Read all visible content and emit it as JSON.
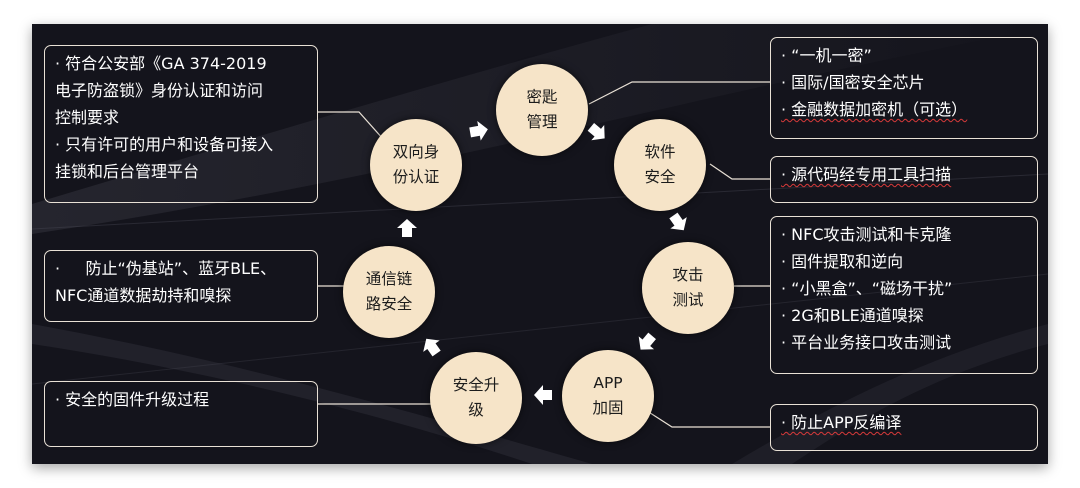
{
  "cycle": {
    "nodes": {
      "key_mgmt": [
        "密匙",
        "管理"
      ],
      "software_security": [
        "软件",
        "安全"
      ],
      "attack_test": [
        "攻击",
        "测试"
      ],
      "app_hardening": [
        "APP",
        "加固"
      ],
      "secure_upgrade": [
        "安全升",
        "级"
      ],
      "comm_link_security": [
        "通信链",
        "路安全"
      ],
      "mutual_auth": [
        "双向身",
        "份认证"
      ]
    }
  },
  "boxes": {
    "mutual_auth": [
      "· 符合公安部《GA 374-2019",
      "电子防盗锁》身份认证和访问",
      "控制要求",
      "· 只有许可的用户和设备可接入",
      "挂锁和后台管理平台"
    ],
    "comm_link": [
      "·     防止“伪基站”、蓝牙BLE、",
      "NFC通道数据劫持和嗅探"
    ],
    "secure_upgrade": [
      "· 安全的固件升级过程"
    ],
    "key_mgmt": [
      "· “一机一密”",
      "· 国际/国密安全芯片",
      "· 金融数据加密机（可选）"
    ],
    "software": [
      "· 源代码经专用工具扫描"
    ],
    "attack_test": [
      "· NFC攻击测试和卡克隆",
      "· 固件提取和逆向",
      "· “小黑盒”、“磁场干扰”",
      "· 2G和BLE通道嗅探",
      "· 平台业务接口攻击测试"
    ],
    "app": [
      "· 防止APP反编译"
    ]
  },
  "colors": {
    "background": "#14141c",
    "node_fill": "#f6e4c8",
    "arrow": "#ffffff",
    "border": "#e9e1d6"
  }
}
